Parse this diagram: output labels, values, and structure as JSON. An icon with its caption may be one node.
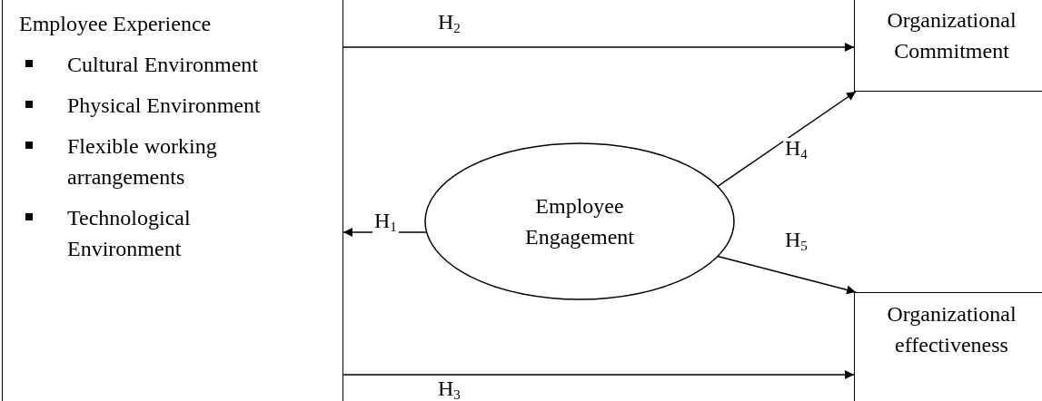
{
  "diagram": {
    "nodes": [
      {
        "text": [
          "Employee Experience",
          "Cultural Environment",
          "Physical Environment",
          "Flexible working arrangements",
          "Technological Environment"
        ]
      },
      {
        "text": [
          "Organizational Commitment"
        ]
      },
      {
        "text": [
          "Employee Engagement"
        ]
      },
      {
        "text": [
          "Organizational effectiveness"
        ]
      }
    ],
    "edges": [
      {
        "from": 0,
        "to": 1,
        "arrow": "to",
        "label": "H$_{2}$"
      },
      {
        "from": 2,
        "to": 0,
        "arrow": "to",
        "label": "H$_{1}$"
      },
      {
        "from": 2,
        "to": 1,
        "arrow": "to",
        "label": "H$_{4}$"
      },
      {
        "from": 2,
        "to": 3,
        "arrow": "to",
        "label": "H$_{5}$"
      },
      {
        "from": 0,
        "to": 3,
        "arrow": "to",
        "label": "H$_{3}$"
      }
    ]
  }
}
